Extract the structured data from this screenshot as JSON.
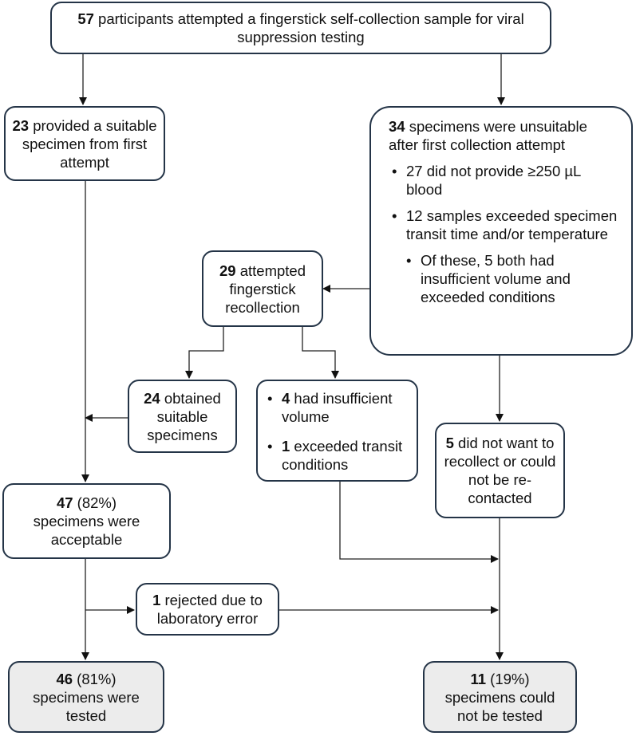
{
  "top": {
    "num": "57",
    "text": " participants attempted a fingerstick self-collection sample for viral suppression testing"
  },
  "first_attempt": {
    "num": "23",
    "text": " provided a suitable specimen from first attempt"
  },
  "unsuitable": {
    "num": "34",
    "text": " specimens were unsuitable after first collection attempt",
    "bullets": [
      "27 did not provide ≥250 µL blood",
      "12 samples exceeded specimen transit time and/or temperature"
    ],
    "sub_bullet": "Of these, 5 both had insufficient volume and exceeded conditions"
  },
  "recollection": {
    "num": "29",
    "text": " attempted fingerstick recollection"
  },
  "obtained": {
    "num": "24",
    "text": " obtained suitable specimens"
  },
  "failed_recollect": {
    "b1_num": "4",
    "b1_text": " had insufficient volume",
    "b2_num": "1",
    "b2_text": " exceeded transit conditions"
  },
  "no_recollect": {
    "num": "5",
    "text": " did not want to recollect or could not be re-contacted"
  },
  "acceptable": {
    "num": "47",
    "pct": " (82%)",
    "text": "specimens were acceptable"
  },
  "rejected": {
    "num": "1",
    "text": " rejected due to laboratory error"
  },
  "tested": {
    "num": "46",
    "pct": " (81%)",
    "text": "specimens were tested"
  },
  "not_tested": {
    "num": "11",
    "pct": " (19%)",
    "text": "specimens could not be tested"
  }
}
